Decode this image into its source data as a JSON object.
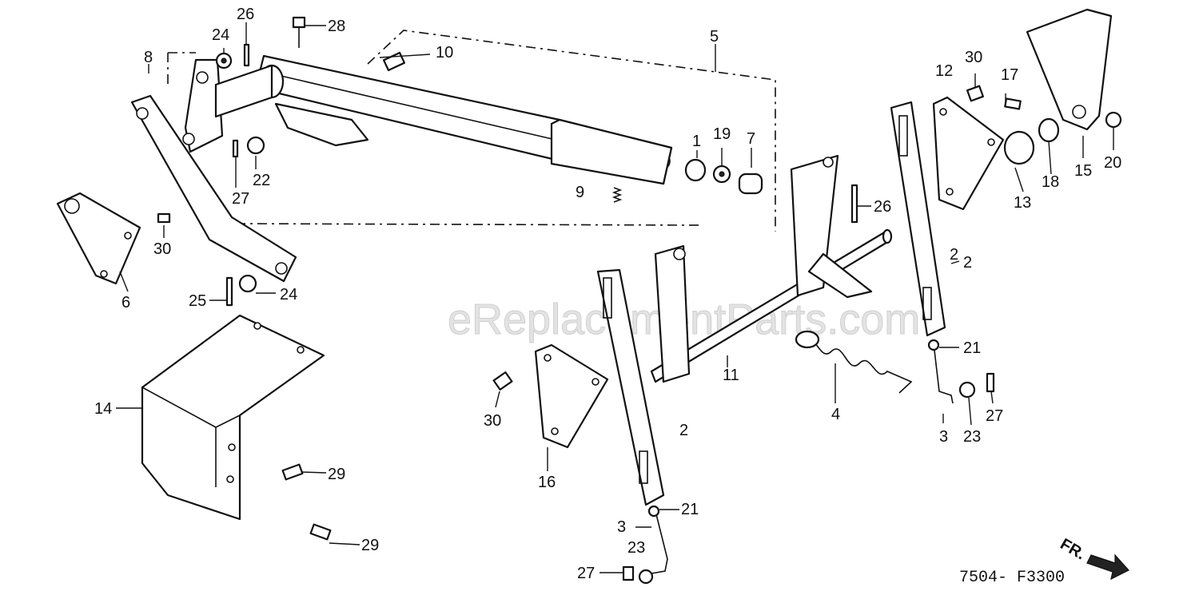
{
  "watermark": "eReplacementParts.com",
  "diagram_code": "7504- F3300",
  "front_marker": "FR.",
  "callouts": [
    "1",
    "2",
    "2",
    "2",
    "3",
    "3",
    "4",
    "5",
    "6",
    "7",
    "8",
    "9",
    "10",
    "11",
    "12",
    "13",
    "14",
    "15",
    "16",
    "17",
    "18",
    "19",
    "20",
    "21",
    "21",
    "22",
    "23",
    "23",
    "24",
    "24",
    "25",
    "26",
    "26",
    "27",
    "27",
    "27",
    "28",
    "29",
    "29",
    "30",
    "30",
    "30"
  ]
}
